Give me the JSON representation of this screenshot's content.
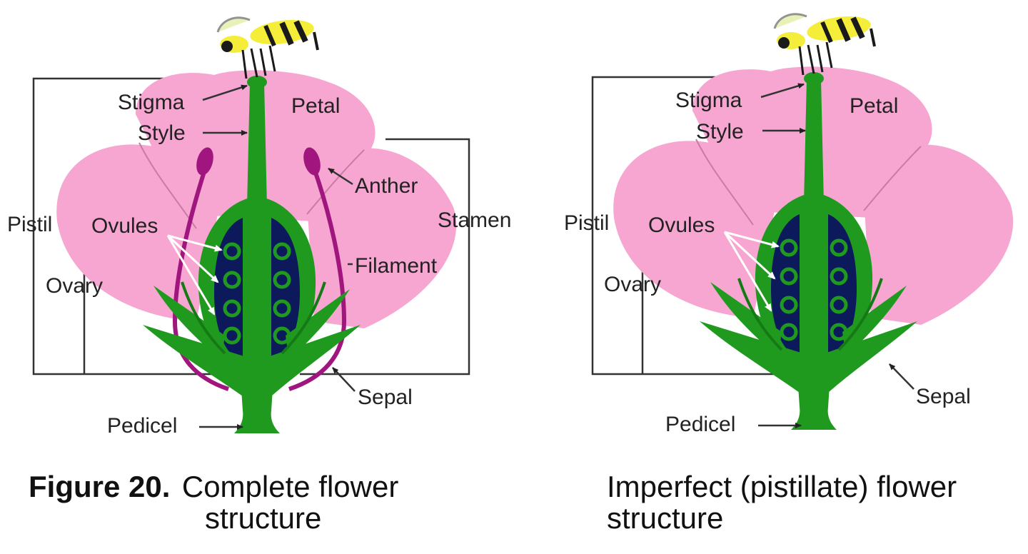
{
  "colors": {
    "petal": "#f6a6d0",
    "petal_line": "#c97aa5",
    "pistil": "#1f9a1f",
    "pistil_dark": "#157a15",
    "ovary_cavity": "#0c1a5c",
    "stamen": "#a0157e",
    "bee_yellow": "#f4ee3a",
    "bee_black": "#1a1a1a"
  },
  "diagrams": [
    {
      "id": "complete",
      "has_stamens": true,
      "labels": {
        "stigma": "Stigma",
        "style": "Style",
        "petal": "Petal",
        "anther": "Anther",
        "pistil": "Pistil",
        "ovules": "Ovules",
        "stamen": "Stamen",
        "filament": "Filament",
        "ovary": "Ovary",
        "sepal": "Sepal",
        "pedicel": "Pedicel"
      },
      "caption": {
        "prefix": "Figure 20.",
        "line1": "Complete flower",
        "line2": "structure"
      }
    },
    {
      "id": "imperfect",
      "has_stamens": false,
      "labels": {
        "stigma": "Stigma",
        "style": "Style",
        "petal": "Petal",
        "pistil": "Pistil",
        "ovules": "Ovules",
        "ovary": "Ovary",
        "sepal": "Sepal",
        "pedicel": "Pedicel"
      },
      "caption": {
        "line1": "Imperfect (pistillate) flower",
        "line2": "structure"
      }
    }
  ]
}
